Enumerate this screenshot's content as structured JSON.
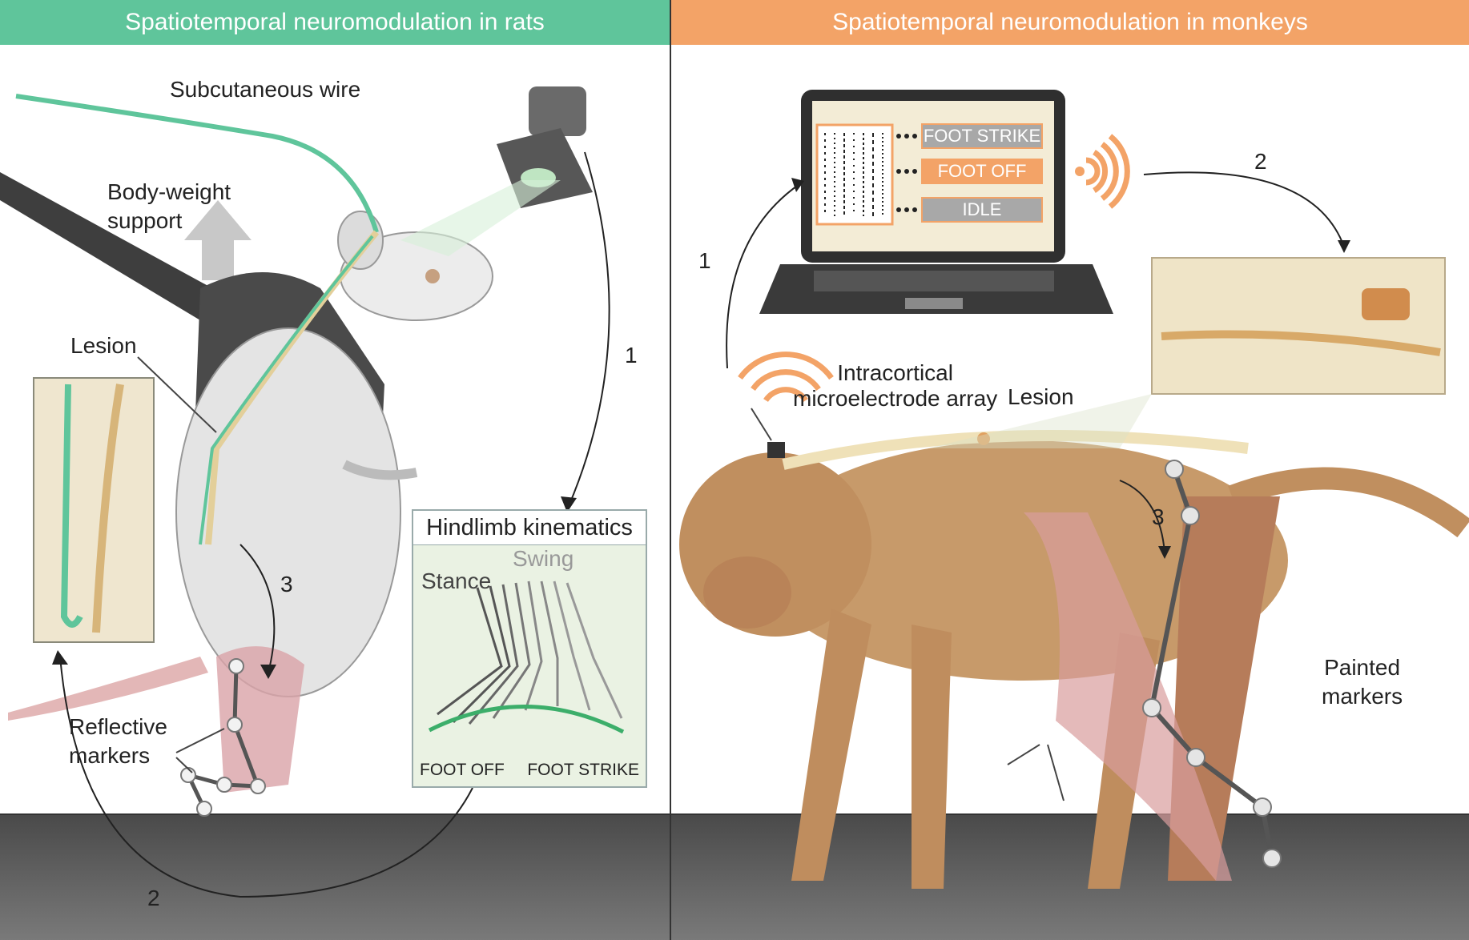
{
  "rats": {
    "header": "Spatiotemporal neuromodulation in rats",
    "labels": {
      "subcutaneous_wire": "Subcutaneous wire",
      "body_weight_support": "Body-weight\nsupport",
      "lesion": "Lesion",
      "reflective_markers": "Reflective\nmarkers"
    },
    "steps": {
      "s1": "1",
      "s2": "2",
      "s3": "3"
    },
    "kinematics": {
      "title": "Hindlimb kinematics",
      "stance": "Stance",
      "swing": "Swing",
      "foot_off": "FOOT OFF",
      "foot_strike": "FOOT STRIKE"
    }
  },
  "monkeys": {
    "header": "Spatiotemporal neuromodulation in monkeys",
    "screen": {
      "foot_strike": "FOOT STRIKE",
      "foot_off": "FOOT OFF",
      "idle": "IDLE"
    },
    "labels": {
      "array": "Intracortical\nmicroelectrode array",
      "lesion": "Lesion",
      "painted_markers": "Painted\nmarkers"
    },
    "steps": {
      "s1": "1",
      "s2": "2",
      "s3": "3"
    }
  },
  "colors": {
    "rat_accent": "#5fc59b",
    "monkey_accent": "#f3a367",
    "floor": "#5a5a5a"
  }
}
